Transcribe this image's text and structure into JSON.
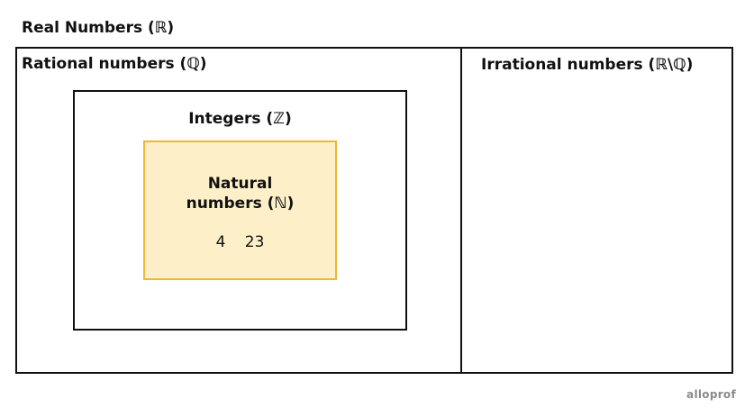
{
  "diagram": {
    "real_label": "Real Numbers (ℝ)",
    "rational_label": "Rational numbers (ℚ)",
    "irrational_label": "Irrational numbers (ℝ\\ℚ)",
    "integers_label": "Integers (ℤ)",
    "natural_label_line1": "Natural",
    "natural_label_line2": "numbers (ℕ)",
    "natural_values": [
      "4",
      "23"
    ]
  },
  "watermark": "alloprof",
  "colors": {
    "natural_fill": "#fdf0c8",
    "natural_border": "#f2b632",
    "lines": "#111111"
  }
}
